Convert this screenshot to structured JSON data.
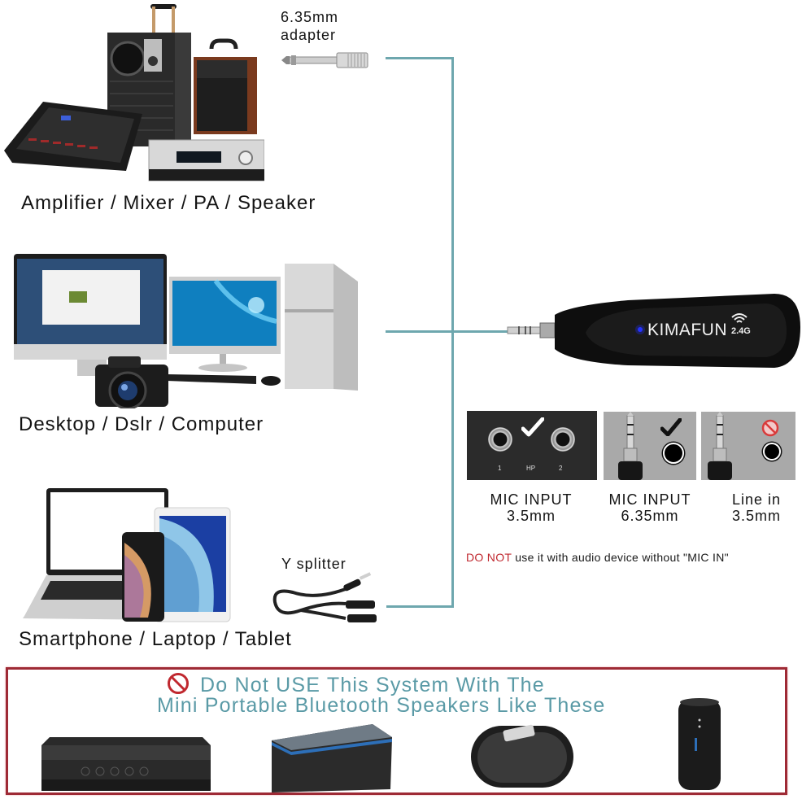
{
  "diagram": {
    "title": "KIMAFUN 2.4G wireless receiver connection guide",
    "accent_line_color": "#6ea7ae",
    "warning_color": "#c0282f"
  },
  "sources": [
    {
      "id": "amplifier",
      "label": "Amplifier / Mixer / PA / Speaker"
    },
    {
      "id": "computer",
      "label": "Desktop / Dslr / Computer"
    },
    {
      "id": "mobile",
      "label": "Smartphone / Laptop / Tablet"
    }
  ],
  "adapters": {
    "top": {
      "line1": "6.35mm",
      "line2": "adapter"
    },
    "bottom": {
      "label": "Y splitter"
    }
  },
  "receiver": {
    "brand": "KIMAFUN",
    "band": "2.4G",
    "led_color": "#2633ff"
  },
  "compatibility": [
    {
      "line1": "MIC INPUT",
      "line2": "3.5mm",
      "status": "ok",
      "status_icon": "check",
      "jack_labels": [
        "1",
        "HP",
        "2"
      ]
    },
    {
      "line1": "MIC INPUT",
      "line2": "6.35mm",
      "status": "ok",
      "status_icon": "check"
    },
    {
      "line1": "Line in",
      "line2": "3.5mm",
      "status": "not-allowed",
      "status_icon": "prohibited"
    }
  ],
  "notice": {
    "emphasis": "DO NOT",
    "rest": " use it with audio device without \"MIC IN\""
  },
  "warning_banner": {
    "line1": "Do Not USE This System With The",
    "line2": "Mini Portable Bluetooth Speakers Like These",
    "speakers": [
      "soundbar-speaker",
      "rectangular-speaker",
      "oval-speaker",
      "cylinder-speaker"
    ]
  }
}
